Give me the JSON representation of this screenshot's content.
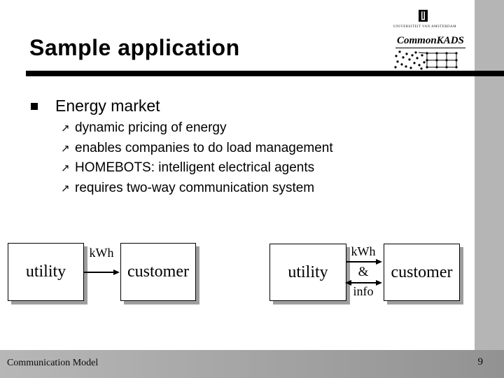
{
  "slide": {
    "title": "Sample application",
    "footer_text": "Communication Model",
    "page_number": "9"
  },
  "logo": {
    "university": "UNIVERSITEIT VAN AMSTERDAM",
    "brand": "CommonKADS"
  },
  "content": {
    "heading": "Energy market",
    "bullet_marker": "↗",
    "bullets": [
      "dynamic pricing of energy",
      "enables companies to do load management",
      "HOMEBOTS: intelligent electrical agents",
      "requires two-way communication system"
    ]
  },
  "diagrams": {
    "left": {
      "from_box": "utility",
      "to_box": "customer",
      "arrow_label": "kWh"
    },
    "right": {
      "from_box": "utility",
      "to_box": "customer",
      "label_top": "kWh",
      "label_middle": "&",
      "label_bottom": "info"
    }
  },
  "colors": {
    "sidebar": "#b5b5b5",
    "footer_left": "#b7b7b7",
    "footer_right": "#929292",
    "box_shadow": "#9e9e9e",
    "rule": "#000000"
  }
}
